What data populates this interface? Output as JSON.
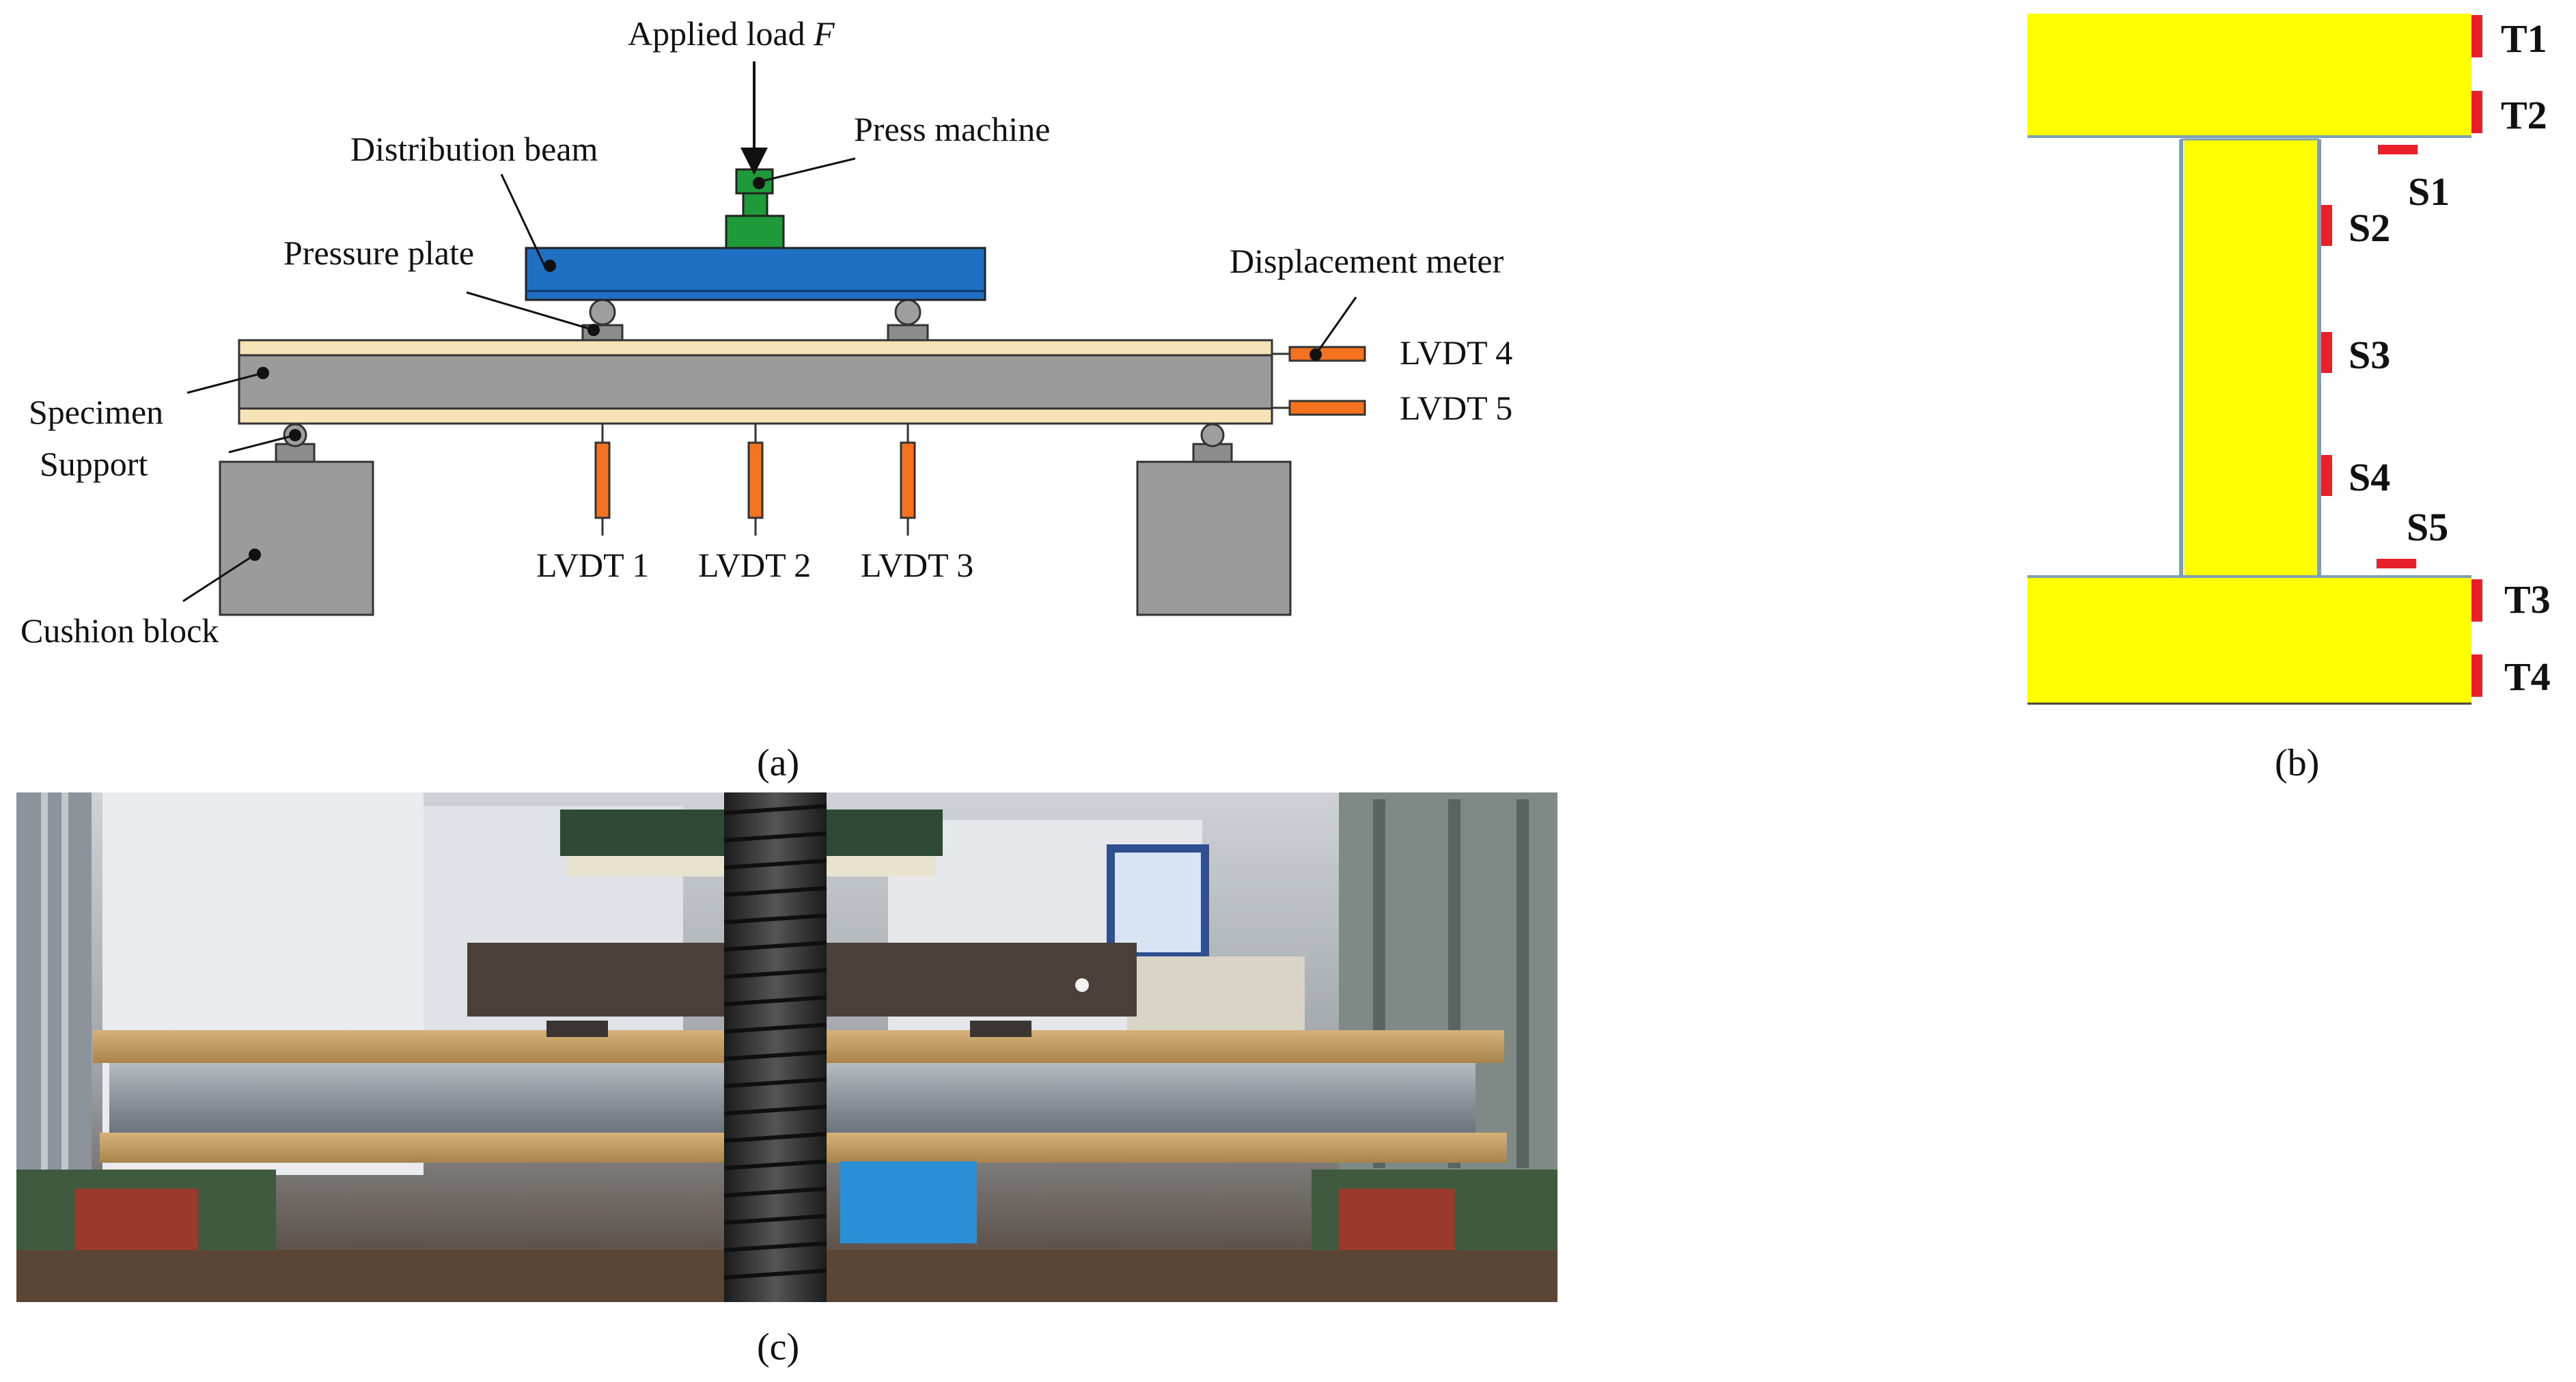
{
  "panel_a": {
    "caption": "(a)",
    "labels": {
      "applied_load": "Applied load ",
      "applied_load_symbol": "F",
      "press_machine": "Press machine",
      "distribution_beam": "Distribution beam",
      "pressure_plate": "Pressure plate",
      "displacement_meter": "Displacement meter",
      "specimen": "Specimen",
      "support": "Support",
      "cushion_block": "Cushion block",
      "lvdt1": "LVDT 1",
      "lvdt2": "LVDT 2",
      "lvdt3": "LVDT 3",
      "lvdt4": "LVDT 4",
      "lvdt5": "LVDT 5"
    },
    "colors": {
      "distribution_beam": "#1f6fc2",
      "press_machine": "#1f9a3a",
      "specimen_web": "#9b9b9b",
      "specimen_flange": "#f7e3b8",
      "lvdt": "#f5731f",
      "cushion_block": "#9b9b9b"
    }
  },
  "panel_b": {
    "caption": "(b)",
    "gauges_top": [
      "T1",
      "T2"
    ],
    "gauges_web": [
      "S1",
      "S2",
      "S3",
      "S4",
      "S5"
    ],
    "gauges_bottom": [
      "T3",
      "T4"
    ],
    "colors": {
      "section": "#ffff00",
      "gauge": "#e8202a",
      "outline": "#7d9fb5"
    }
  },
  "panel_c": {
    "caption": "(c)"
  }
}
